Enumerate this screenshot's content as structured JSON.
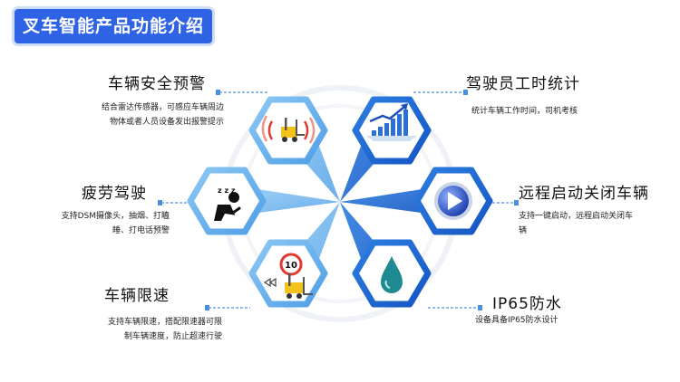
{
  "title": "叉车智能产品功能介绍",
  "colors": {
    "accent": "#2f63e6",
    "left_hex": "#6fb3ef",
    "right_hex": "#1e66d6"
  },
  "features": [
    {
      "title": "车辆安全预警",
      "desc": [
        "结合雷达传感器，可感应车辆周边",
        "物体或者人员设备发出报警提示"
      ],
      "icon": "radar-forklift-icon"
    },
    {
      "title": "疲劳驾驶",
      "desc": [
        "支持DSM摄像头，抽烟、打瞌",
        "睡、打电话预警"
      ],
      "icon": "sleepy-driver-icon"
    },
    {
      "title": "车辆限速",
      "desc": [
        "支持车辆限速，搭配限速器可限",
        "制车辆速度，防止超速行驶"
      ],
      "icon": "speed-limit-forklift-icon"
    },
    {
      "title": "驾驶员工时统计",
      "desc": [
        "统计车辆工作时间，司机考核"
      ],
      "icon": "bar-chart-icon"
    },
    {
      "title": "远程启动关闭车辆",
      "desc": [
        "支持一键启动，远程启动关闭车",
        "辆"
      ],
      "icon": "play-button-icon"
    },
    {
      "title": "IP65防水",
      "desc": [
        "设备具备IP65防水设计"
      ],
      "icon": "water-drop-icon"
    }
  ],
  "icon_text": {
    "speed_sign": "10",
    "sleep": "z z z"
  }
}
